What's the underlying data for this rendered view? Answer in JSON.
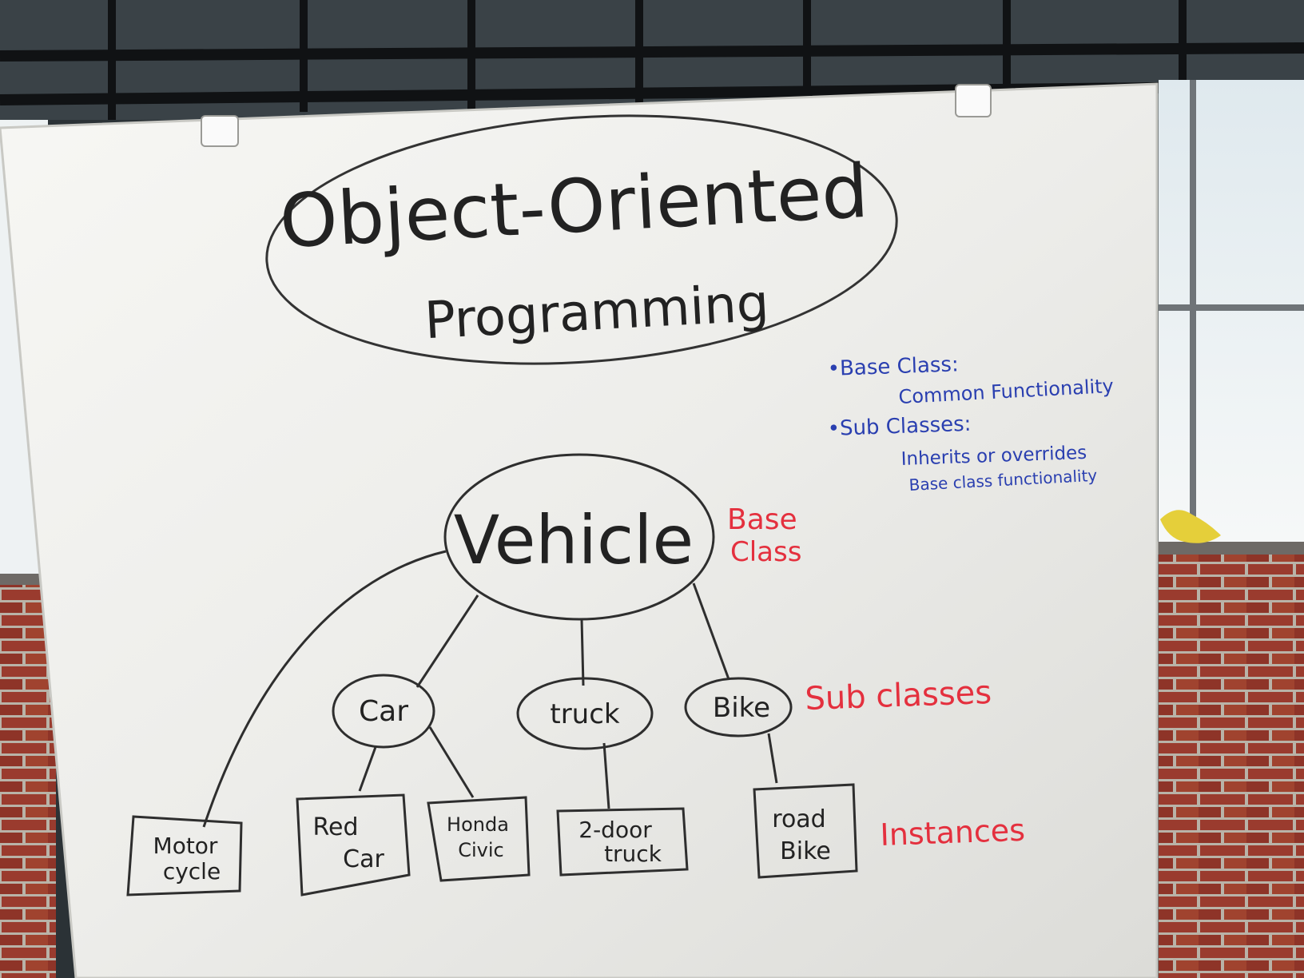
{
  "colors": {
    "marker_black": "#222222",
    "marker_red": "#e4303e",
    "marker_blue": "#2a3fb0",
    "board": "#f2f2ef",
    "brick": "#9a3b2e"
  },
  "board": {
    "title_line1": "Object-Oriented",
    "title_line2": "Programming",
    "notes": {
      "base_class_heading": "•Base Class:",
      "base_class_desc": "Common Functionality",
      "sub_classes_heading": "•Sub Classes:",
      "sub_classes_desc_1": "Inherits or overrides",
      "sub_classes_desc_2": "Base class functionality"
    },
    "labels": {
      "base_class_1": "Base",
      "base_class_2": "Class",
      "sub_classes": "Sub classes",
      "instances": "Instances"
    },
    "base_node": "Vehicle",
    "sub_nodes": [
      "Car",
      "truck",
      "Bike"
    ],
    "instances": [
      {
        "line1": "Motor",
        "line2": "cycle"
      },
      {
        "line1": "Red",
        "line2": "Car"
      },
      {
        "line1": "Honda",
        "line2": "Civic"
      },
      {
        "line1": "2-door",
        "line2": "truck"
      },
      {
        "line1": "road",
        "line2": "Bike"
      }
    ]
  }
}
